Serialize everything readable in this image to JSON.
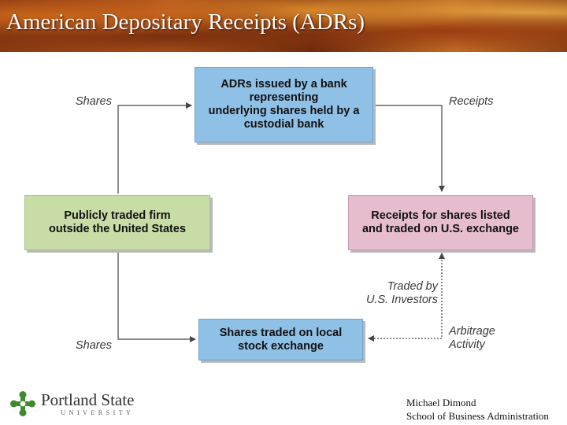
{
  "header": {
    "title": "American Depositary Receipts (ADRs)"
  },
  "diagram": {
    "boxes": {
      "adr_bank": [
        "ADRs issued by a bank",
        "representing",
        "underlying shares held by a",
        "custodial bank"
      ],
      "firm": [
        "Publicly traded firm",
        "outside the United States"
      ],
      "receipts_us": [
        "Receipts for shares listed",
        "and traded on U.S. exchange"
      ],
      "local_exchange": [
        "Shares traded on local",
        "stock exchange"
      ]
    },
    "labels": {
      "shares_top": "Shares",
      "receipts": "Receipts",
      "shares_bottom": "Shares",
      "traded_by": [
        "Traded by",
        "U.S. Investors"
      ],
      "arbitrage": [
        "Arbitrage",
        "Activity"
      ]
    },
    "colors": {
      "blue_box": "#8fc0e6",
      "green_box": "#c8dca6",
      "pink_box": "#e6bccf",
      "line": "#444444"
    }
  },
  "footer": {
    "logo": {
      "name": "Portland State",
      "sub": "UNIVERSITY",
      "icon": "portland-state-emblem"
    },
    "credits": [
      "Michael Dimond",
      "School of Business Administration"
    ]
  }
}
